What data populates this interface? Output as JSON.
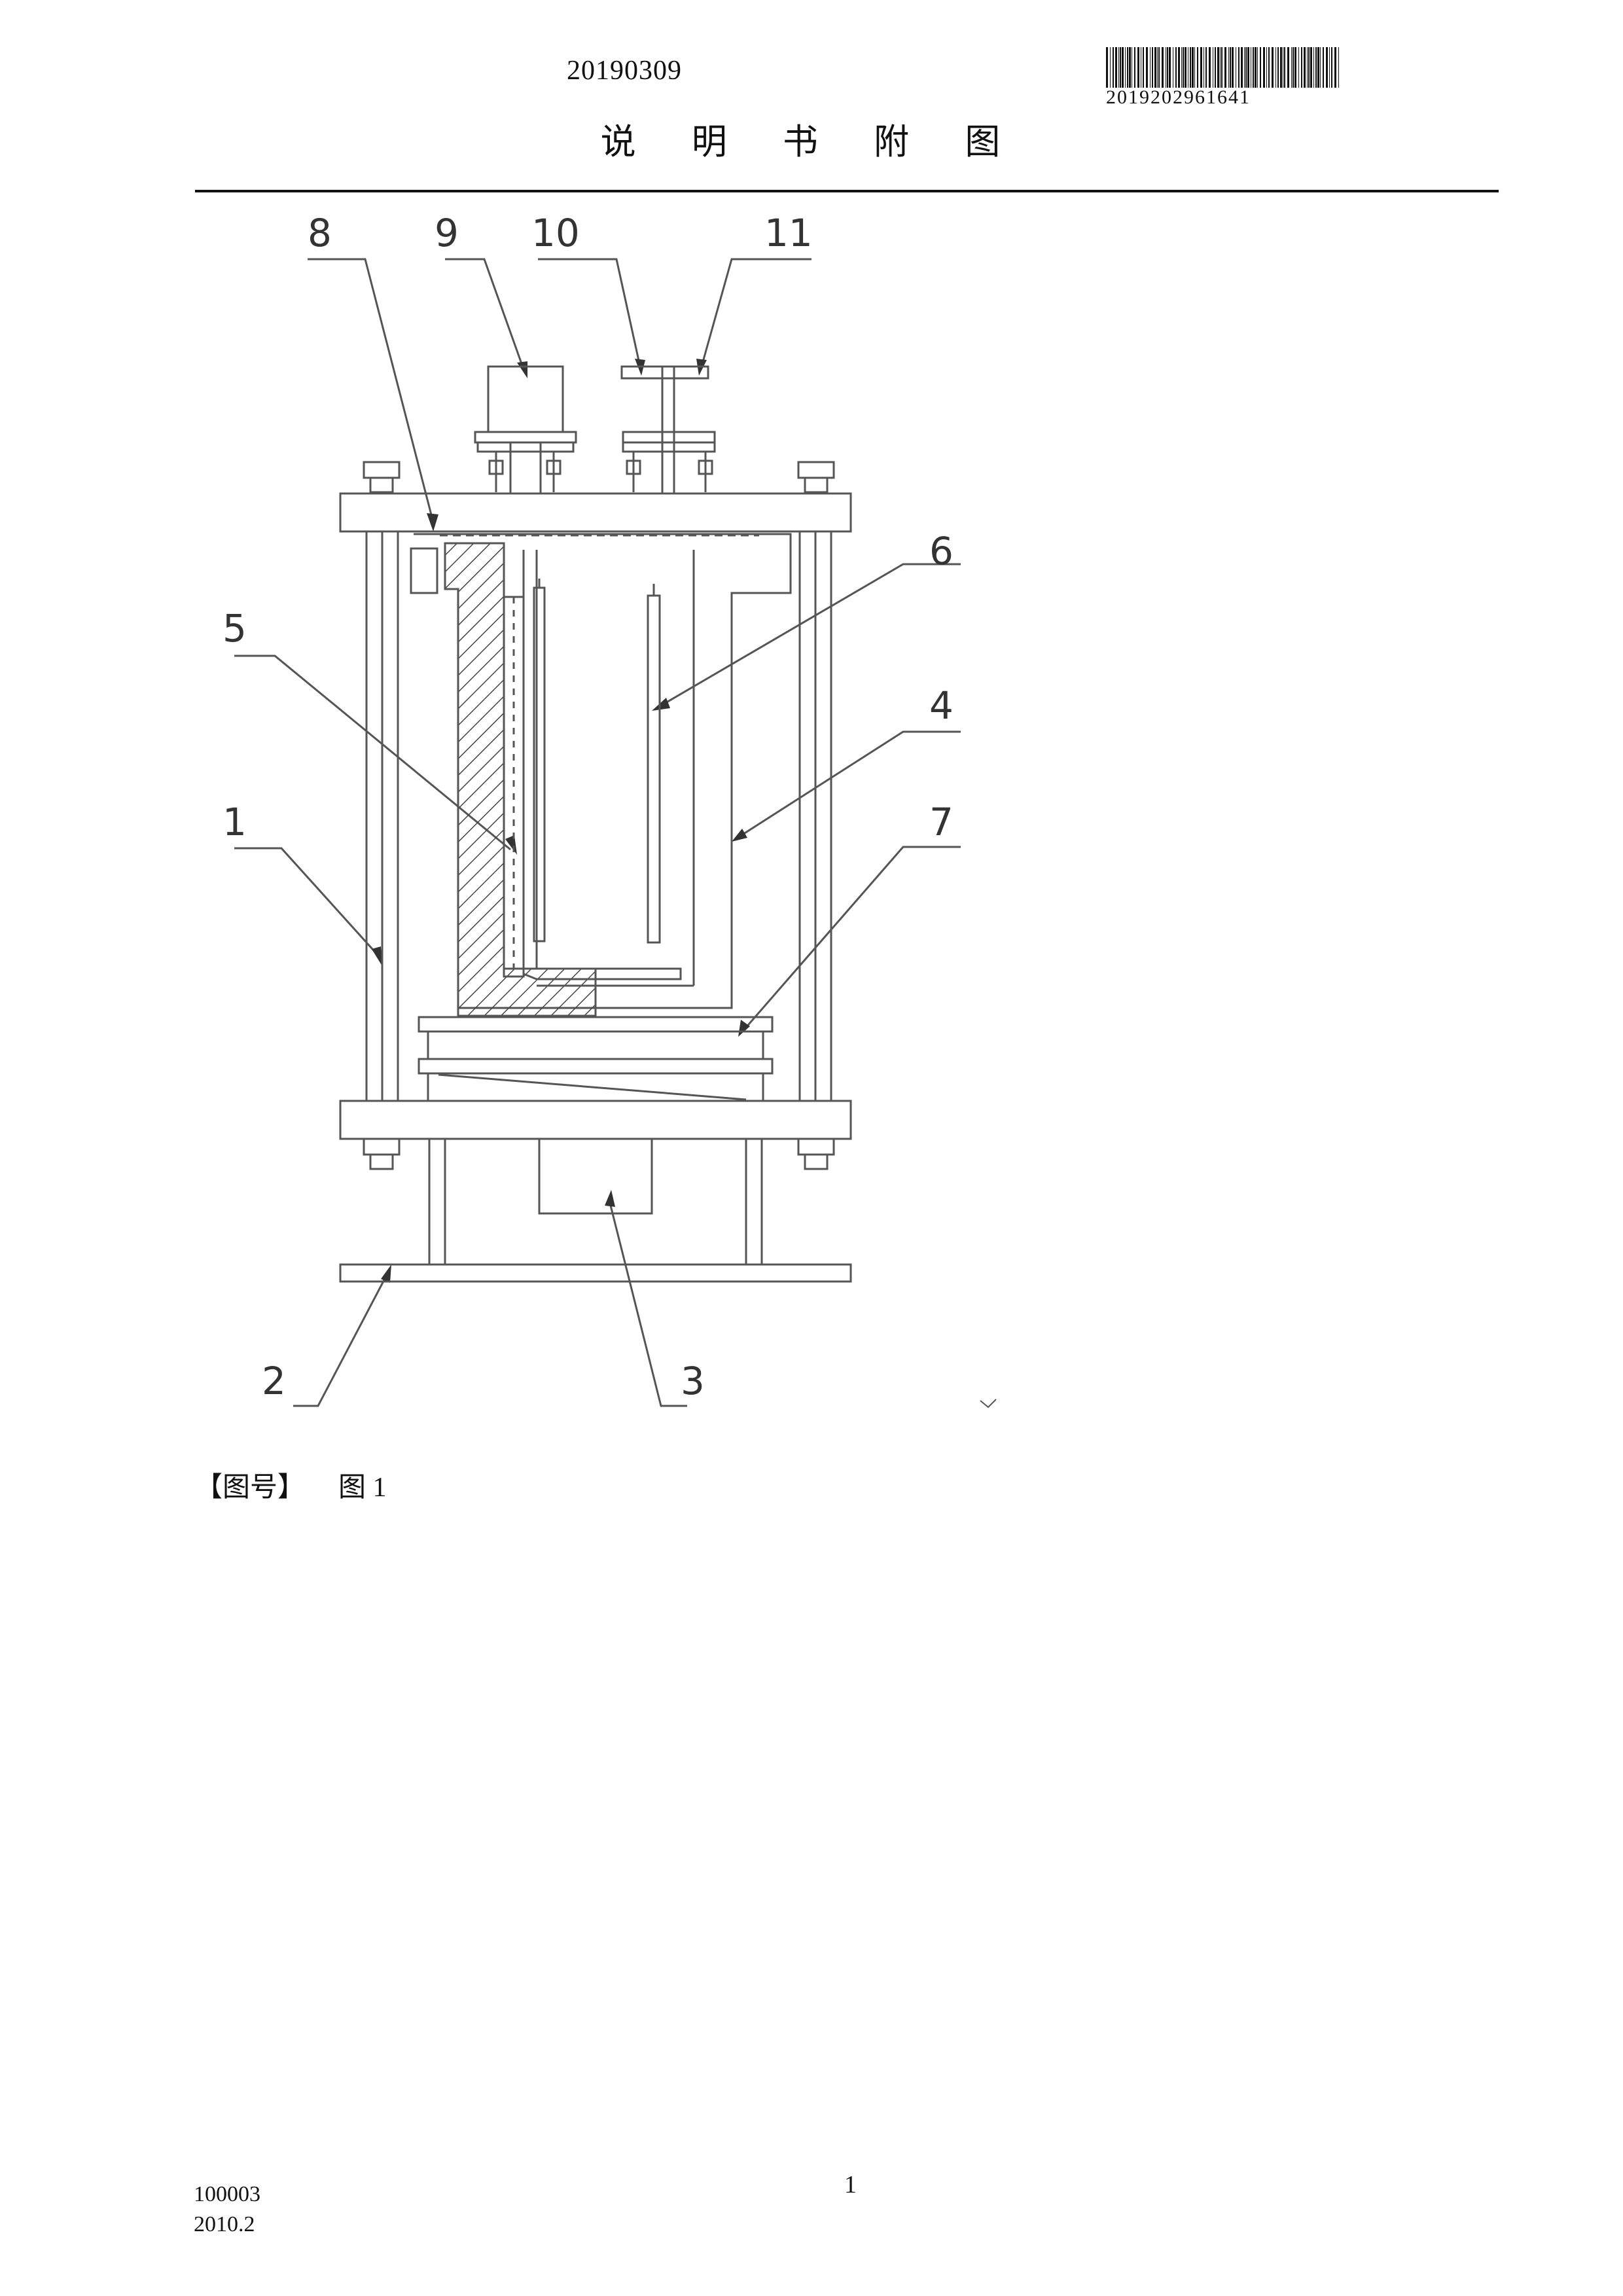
{
  "header": {
    "date": "20190309",
    "barcode_number": "2019202961641",
    "title": "说 明 书 附 图"
  },
  "figure": {
    "part_numbers": [
      "1",
      "2",
      "3",
      "4",
      "5",
      "6",
      "7",
      "8",
      "9",
      "10",
      "11"
    ],
    "caption_label": "【图号】",
    "caption_value": "图 1"
  },
  "footer": {
    "page_number": "1",
    "form_code": "100003",
    "form_date": "2010.2"
  }
}
